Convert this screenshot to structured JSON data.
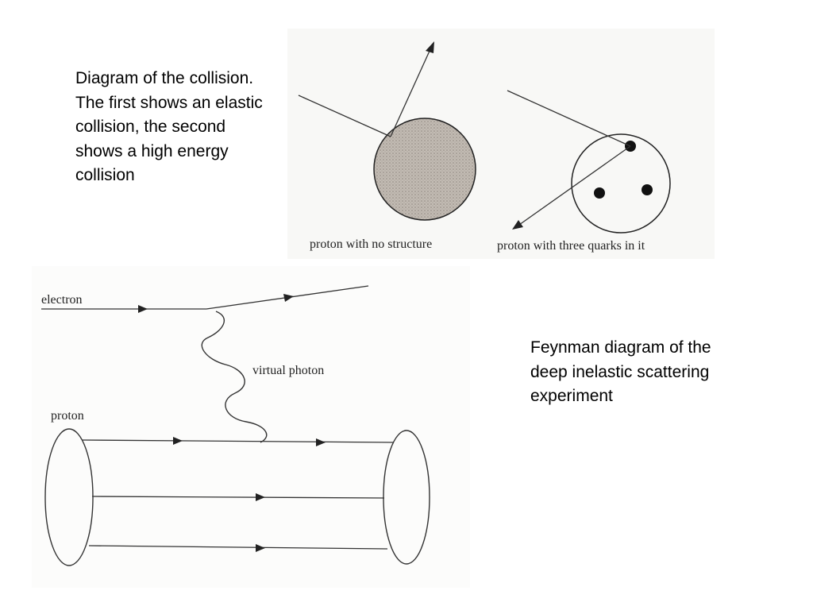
{
  "captions": {
    "collision": "Diagram of the collision. The first shows an elastic collision, the second shows a high energy collision",
    "feynman": "Feynman diagram of the deep inelastic scattering experiment"
  },
  "collision_diagram": {
    "label_no_structure": "proton with no structure",
    "label_three_quarks": "proton with three quarks in it"
  },
  "feynman_diagram": {
    "label_electron": "electron",
    "label_virtual_photon": "virtual photon",
    "label_proton": "proton"
  },
  "colors": {
    "ink": "#222222",
    "proton_fill": "#bdb6ae",
    "background": "#ffffff"
  }
}
